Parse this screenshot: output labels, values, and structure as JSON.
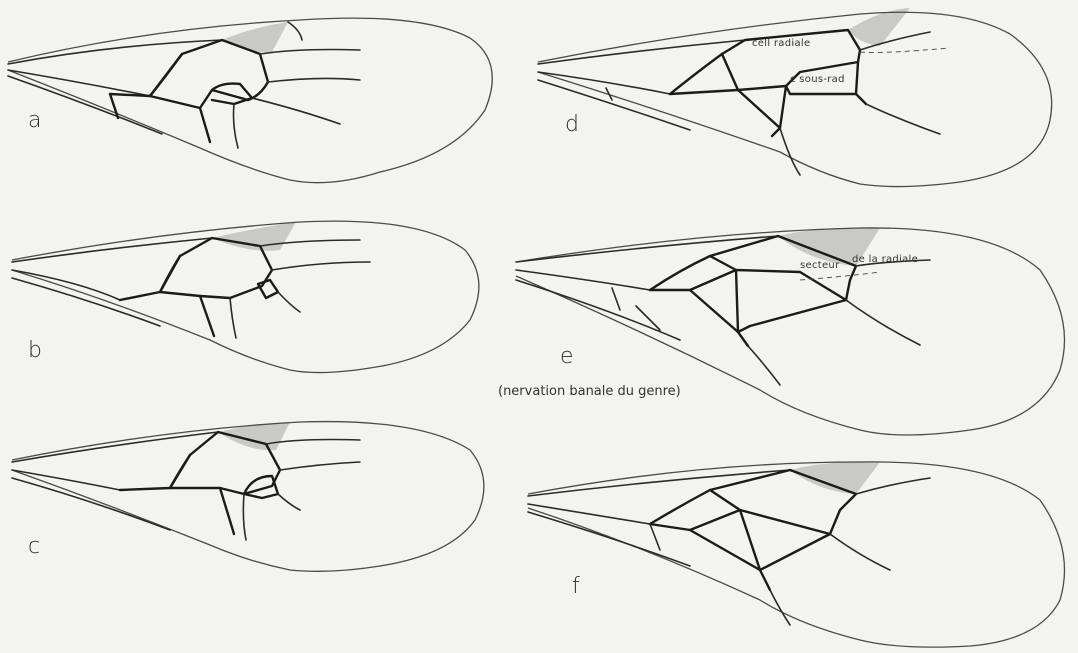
{
  "figure": {
    "wings": [
      {
        "letter": "a"
      },
      {
        "letter": "b"
      },
      {
        "letter": "c"
      },
      {
        "letter": "d",
        "annotations": [
          "cell radiale",
          "c sous-rad"
        ]
      },
      {
        "letter": "e",
        "annotations": [
          "secteur",
          "de la radiale"
        ],
        "caption": "(nervation banale du genre)"
      },
      {
        "letter": "f"
      }
    ]
  },
  "colors": {
    "background": "#f3f3f1",
    "vein": "#1b1b1b",
    "outline": "#4a4a4a",
    "stigma": "#c9c9c5"
  }
}
